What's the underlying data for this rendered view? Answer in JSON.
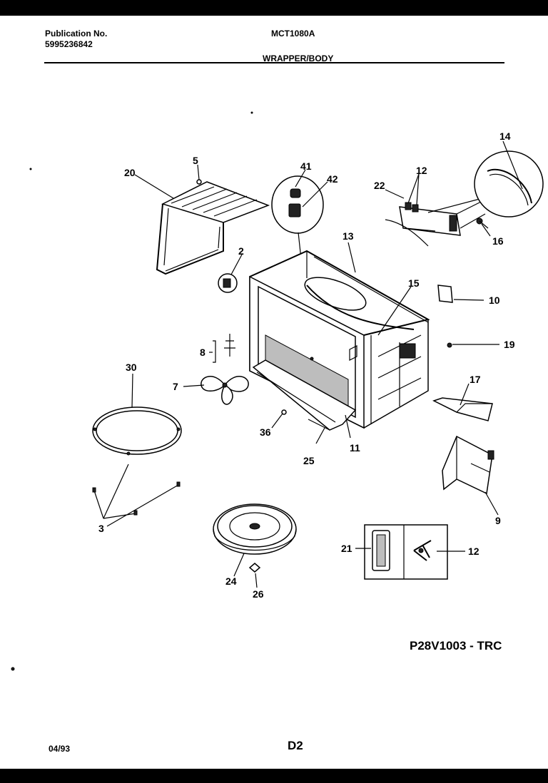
{
  "header": {
    "publication_label": "Publication No.",
    "publication_number": "5995236842",
    "model": "MCT1080A",
    "section_title": "WRAPPER/BODY"
  },
  "footer": {
    "drawing_code": "P28V1003 - TRC",
    "date": "04/93",
    "page": "D2"
  },
  "callouts": {
    "c2": "2",
    "c3": "3",
    "c5": "5",
    "c7": "7",
    "c8": "8",
    "c9": "9",
    "c10": "10",
    "c11": "11",
    "c12a": "12",
    "c12b": "12",
    "c13": "13",
    "c14": "14",
    "c15": "15",
    "c16": "16",
    "c17": "17",
    "c19": "19",
    "c20": "20",
    "c21": "21",
    "c22": "22",
    "c24": "24",
    "c25": "25",
    "c26": "26",
    "c30": "30",
    "c36": "36",
    "c41": "41",
    "c42": "42"
  }
}
